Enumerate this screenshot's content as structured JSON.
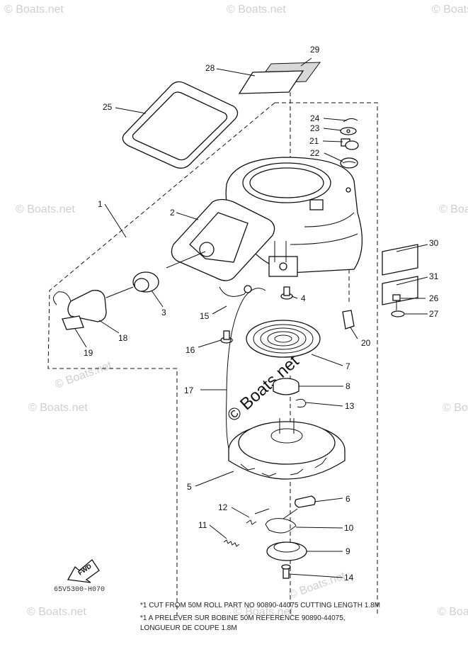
{
  "watermark": {
    "text": "© Boats.net",
    "center_text": "© Boats.net"
  },
  "callouts": [
    "29",
    "28",
    "25",
    "24",
    "23",
    "21",
    "22",
    "1",
    "2",
    "30",
    "31",
    "26",
    "27",
    "4",
    "3",
    "15",
    "18",
    "19",
    "16",
    "20",
    "7",
    "8",
    "17",
    "13",
    "5",
    "6",
    "12",
    "10",
    "11",
    "9",
    "14"
  ],
  "drawing_code": "65V5300-H070",
  "fwd_label": "FWD",
  "notes": {
    "line1": "*1 CUT FROM 50M ROLL PART NO 90890-44075 CUTTING LENGTH 1.8M",
    "line2": "*1 A PRELEVER SUR BOBINE 50M  REFERENCE 90890-44075,",
    "line3": "   LONGUEUR DE COUPE 1.8M"
  }
}
